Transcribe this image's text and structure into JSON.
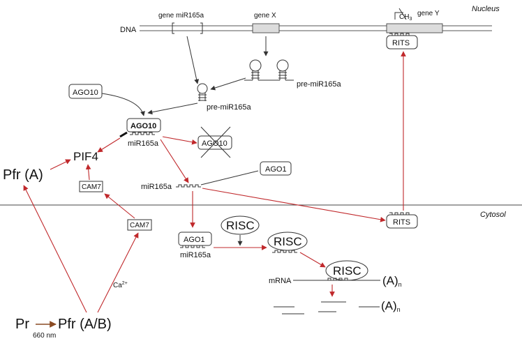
{
  "compartments": {
    "nucleus": "Nucleus",
    "cytosol": "Cytosol"
  },
  "dna": {
    "label": "DNA",
    "gene_mir165a": "gene miR165a",
    "gene_x": "gene X",
    "gene_y": "gene Y",
    "methyl": "CH",
    "methyl_sub": "3"
  },
  "molecules": {
    "pre_mir_top": "pre-miR165a",
    "pre_mir_mid": "pre-miR165a",
    "ago10_free": "AGO10",
    "ago10_bound": "AGO10",
    "ago10_degraded": "AGO10",
    "mir_on_ago10": "miR165a",
    "pif4": "PIF4",
    "ago1_free": "AGO1",
    "mir_free": "miR165a",
    "cam7_upper": "CAM7",
    "cam7_lower": "CAM7",
    "rits_nucleus": "RITS",
    "rits_cytosol": "RITS",
    "risc_1": "RISC",
    "risc_2": "RISC",
    "risc_3": "RISC",
    "ago1_bound": "AGO1",
    "mir_on_ago1": "miR165a",
    "mrna": "mRNA",
    "polya_1": "(A)",
    "polya_2": "(A)",
    "polya_sub": "n"
  },
  "light": {
    "pfr_a": "Pfr (A)",
    "pr": "Pr",
    "pfr_ab": "Pfr (A/B)",
    "wavelength": "660 nm",
    "calcium": "Ca",
    "calcium_sup": "2+"
  },
  "colors": {
    "red_arrow": "#c0282b",
    "brown_arrow": "#8a4a22",
    "black_arrow": "#333333"
  }
}
